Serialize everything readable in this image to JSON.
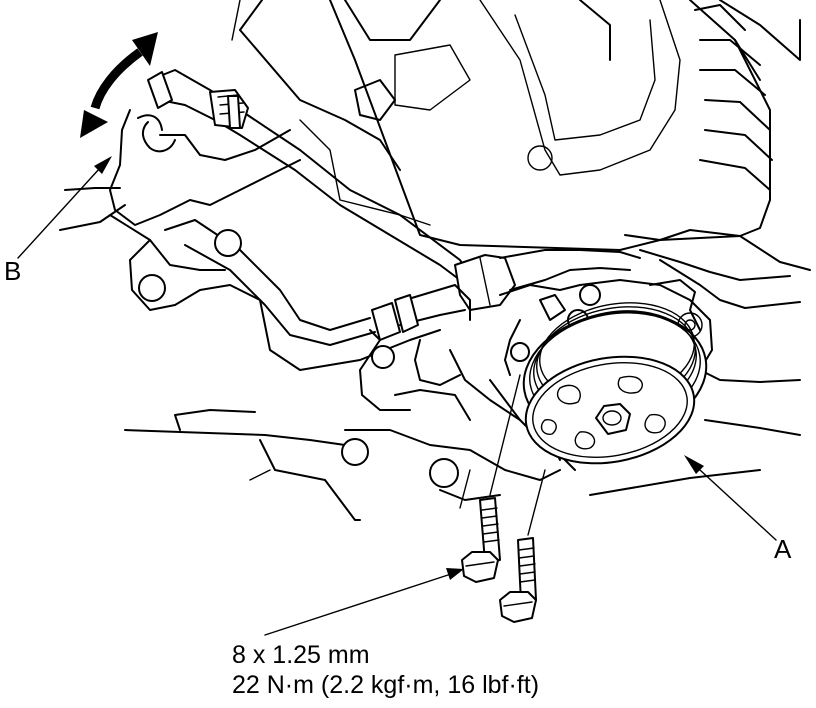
{
  "labels": {
    "a": "A",
    "b": "B"
  },
  "torque_spec": {
    "size": "8 x 1.25 mm",
    "torque": "22 N·m (2.2 kgf·m, 16 lbf·ft)"
  },
  "icons": {
    "direction_arrow": "double-headed-curved-arrow",
    "pulley": "power-steering-pump-pulley",
    "bolts": "flange-bolt"
  },
  "colors": {
    "line": "#000000",
    "background": "#ffffff"
  }
}
